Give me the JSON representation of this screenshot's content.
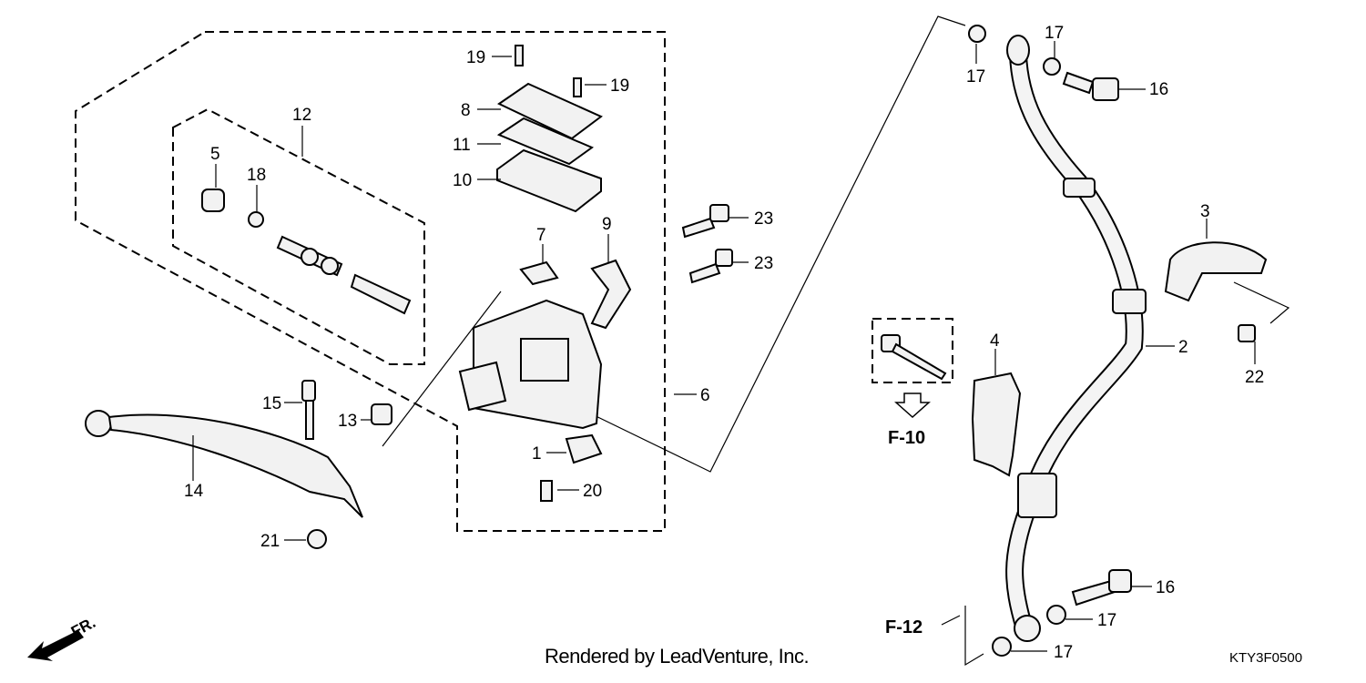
{
  "callouts": {
    "c1": "1",
    "c2": "2",
    "c3": "3",
    "c4": "4",
    "c5": "5",
    "c6": "6",
    "c7": "7",
    "c8": "8",
    "c9": "9",
    "c10": "10",
    "c11": "11",
    "c12": "12",
    "c13": "13",
    "c14": "14",
    "c15": "15",
    "c16a": "16",
    "c16b": "16",
    "c17a": "17",
    "c17b": "17",
    "c17c": "17",
    "c17d": "17",
    "c18": "18",
    "c19a": "19",
    "c19b": "19",
    "c20": "20",
    "c21": "21",
    "c22": "22",
    "c23a": "23",
    "c23b": "23"
  },
  "references": {
    "f10": "F-10",
    "f12": "F-12",
    "front": "FR."
  },
  "footer": {
    "credit": "Rendered by LeadVenture, Inc.",
    "code": "KTY3F0500"
  }
}
